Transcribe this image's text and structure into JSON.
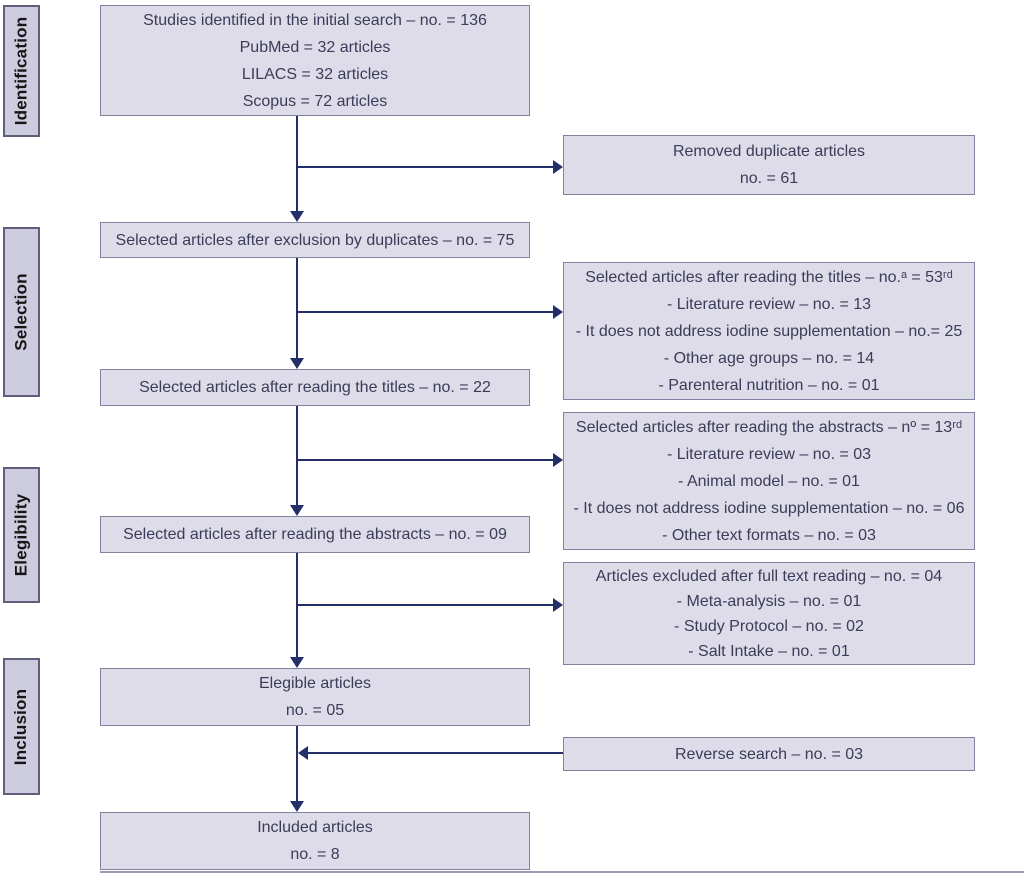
{
  "colors": {
    "box_fill": "#dddce8",
    "box_border": "#8183a2",
    "label_fill": "#cdccdf",
    "label_border": "#5f5f7c",
    "arrow": "#232f66",
    "text": "#3b3c59",
    "label_text": "#161616"
  },
  "stages": [
    {
      "label": "Identification"
    },
    {
      "label": "Selection"
    },
    {
      "label": "Elegibility"
    },
    {
      "label": "Inclusion"
    }
  ],
  "boxes": {
    "initial_search": {
      "lines": [
        "Studies identified in the initial search – no. = 136",
        "PubMed = 32 articles",
        "LILACS = 32 articles",
        "Scopus = 72 articles"
      ]
    },
    "removed_duplicates": {
      "lines": [
        "Removed duplicate articles",
        "no. = 61"
      ]
    },
    "after_duplicates": {
      "lines": [
        "Selected articles after exclusion by duplicates – no. = 75"
      ]
    },
    "titles_exclusions": {
      "lines": [
        "Selected articles after reading the titles – no.ᵃ = 53ʳᵈ",
        "- Literature review – no. = 13",
        "- It does not address iodine supplementation – no.= 25",
        "- Other age groups – no. = 14",
        "- Parenteral nutrition – no. = 01"
      ]
    },
    "after_titles": {
      "lines": [
        "Selected articles after reading the titles – no. = 22"
      ]
    },
    "abstracts_exclusions": {
      "lines": [
        "Selected articles after reading the abstracts – nº = 13ʳᵈ",
        "- Literature review – no. = 03",
        "- Animal model – no. = 01",
        "- It does not address iodine supplementation – no. = 06",
        "- Other text formats – no. = 03"
      ]
    },
    "after_abstracts": {
      "lines": [
        "Selected articles after reading the abstracts – no. = 09"
      ]
    },
    "fulltext_exclusions": {
      "lines": [
        "Articles excluded after full text reading – no. = 04",
        "- Meta-analysis – no. = 01",
        "- Study Protocol – no. = 02",
        "- Salt Intake – no. = 01"
      ]
    },
    "eligible": {
      "lines": [
        "Elegible articles",
        "no. = 05"
      ]
    },
    "reverse_search": {
      "lines": [
        "Reverse search – no. = 03"
      ]
    },
    "included": {
      "lines": [
        "Included articles",
        "no. = 8"
      ]
    }
  }
}
